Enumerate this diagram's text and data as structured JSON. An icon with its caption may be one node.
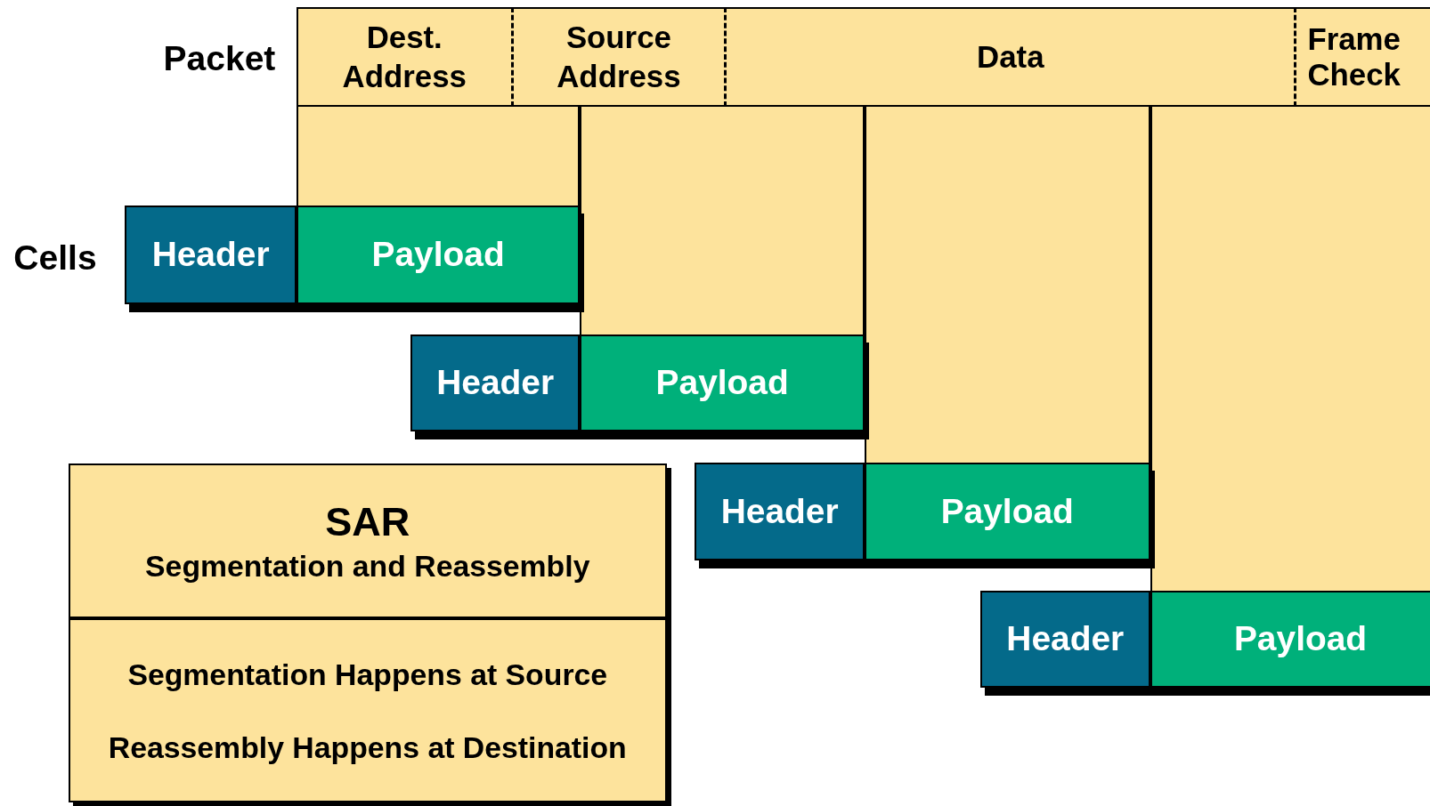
{
  "diagram": {
    "nodes": [
      {
        "text": [
          "Dest. Address"
        ]
      },
      {
        "text": [
          "Source Address"
        ]
      },
      {
        "text": [
          "Data"
        ]
      },
      {
        "text": [
          "Frame Check"
        ]
      },
      {
        "text": [
          "Header"
        ]
      },
      {
        "text": [
          "Payload"
        ]
      },
      {
        "text": [
          "Header"
        ]
      },
      {
        "text": [
          "Payload"
        ]
      },
      {
        "text": [
          "Header"
        ]
      },
      {
        "text": [
          "Payload"
        ]
      },
      {
        "text": [
          "Header"
        ]
      },
      {
        "text": [
          "Payload"
        ]
      },
      {
        "text": [
          "SAR",
          "Segmentation and Reassembly"
        ]
      },
      {
        "text": [
          "Segmentation Happens at Source",
          "Reassembly Happens at Destination"
        ]
      },
      {
        "text": [],
        "shape": "box"
      },
      {
        "text": [],
        "shape": "box"
      },
      {
        "text": [],
        "shape": "box"
      },
      {
        "text": [],
        "shape": "box"
      }
    ],
    "labels": [
      "Packet",
      "Cells"
    ]
  }
}
